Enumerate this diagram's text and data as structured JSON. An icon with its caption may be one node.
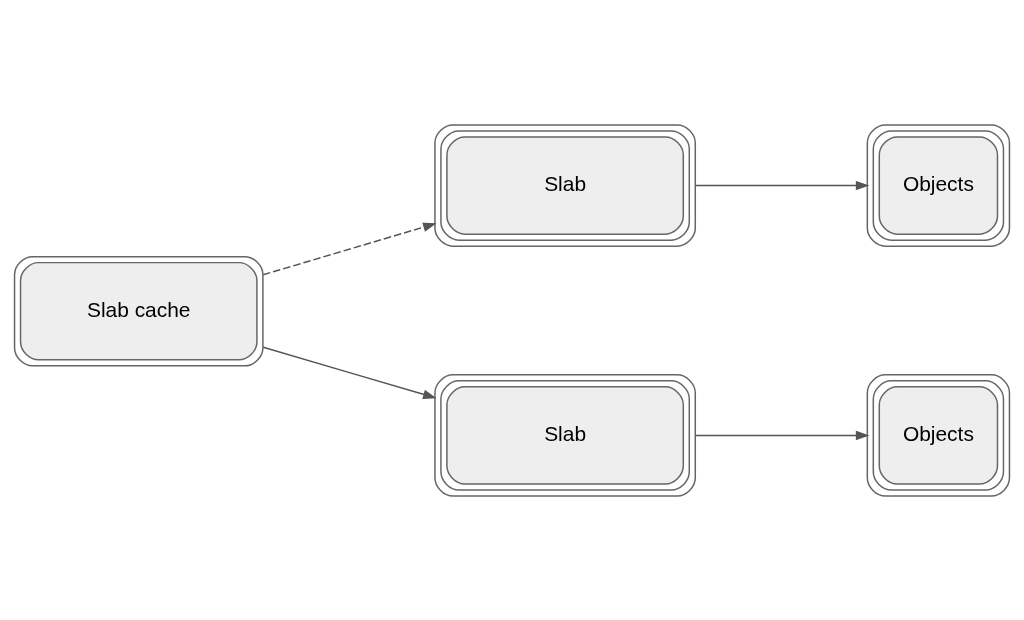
{
  "diagram": {
    "nodes": [
      {
        "text": [
          "Slab cache"
        ]
      },
      {
        "text": [
          "Slab"
        ]
      },
      {
        "text": [
          "Objects"
        ]
      },
      {
        "text": [
          "Slab"
        ]
      },
      {
        "text": [
          "Objects"
        ]
      }
    ],
    "edges": [
      {
        "from": 0,
        "to": 1,
        "arrow": "to",
        "style": "dashed"
      },
      {
        "from": 1,
        "to": 2,
        "arrow": "to"
      },
      {
        "from": 0,
        "to": 3,
        "arrow": "to"
      },
      {
        "from": 3,
        "to": 4,
        "arrow": "to"
      }
    ]
  }
}
